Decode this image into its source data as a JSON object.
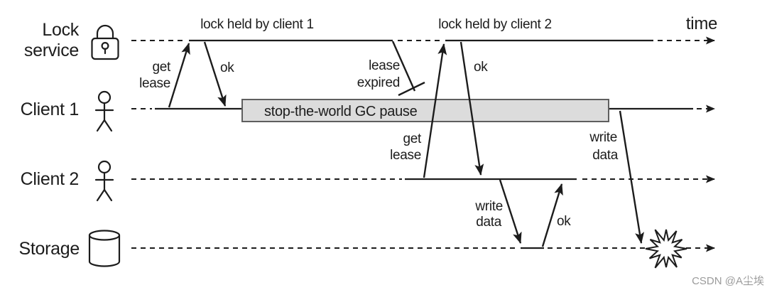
{
  "lanes": [
    {
      "id": "lock-service",
      "label_lines": [
        "Lock",
        "service"
      ],
      "icon": "padlock-icon"
    },
    {
      "id": "client-1",
      "label_lines": [
        "Client 1"
      ],
      "icon": "person-icon"
    },
    {
      "id": "client-2",
      "label_lines": [
        "Client 2"
      ],
      "icon": "person-icon"
    },
    {
      "id": "storage",
      "label_lines": [
        "Storage"
      ],
      "icon": "database-icon"
    }
  ],
  "header": {
    "lock_held_by_client1": "lock held by client 1",
    "lock_held_by_client2": "lock held by client 2",
    "time_label": "time"
  },
  "annotations": {
    "get": "get",
    "lease": "lease",
    "expired": "expired",
    "ok": "ok",
    "write": "write",
    "data": "data",
    "gc_pause": "stop-the-world GC pause"
  },
  "watermark": "CSDN @A尘埃",
  "colors": {
    "ink": "#1c1c1c",
    "gc_fill": "#dcdcdc",
    "gc_border": "#5f5f5f",
    "watermark": "#9b9b9b",
    "background": "#ffffff"
  }
}
